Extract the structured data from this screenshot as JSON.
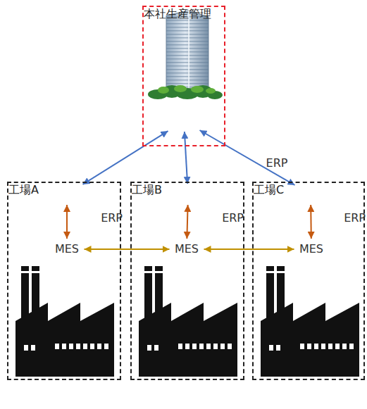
{
  "diagram": {
    "nodes": [
      {
        "text": [
          "本社生産管理"
        ]
      },
      {
        "text": [
          "ERP"
        ],
        "in": 0
      },
      {
        "text": [
          "工場A"
        ]
      },
      {
        "text": [
          "ERP"
        ],
        "in": 2
      },
      {
        "text": [
          "MES"
        ],
        "in": 2
      },
      {
        "text": [
          "工場B"
        ]
      },
      {
        "text": [
          "ERP"
        ],
        "in": 5
      },
      {
        "text": [
          "MES"
        ],
        "in": 5
      },
      {
        "text": [
          "工場C"
        ]
      },
      {
        "text": [
          "ERP"
        ],
        "in": 8
      },
      {
        "text": [
          "MES"
        ],
        "in": 8
      }
    ],
    "edges": [
      {
        "from": 1,
        "to": 3,
        "arrow": "both"
      },
      {
        "from": 1,
        "to": 6,
        "arrow": "both"
      },
      {
        "from": 1,
        "to": 9,
        "arrow": "both"
      },
      {
        "from": 3,
        "to": 4,
        "arrow": "both"
      },
      {
        "from": 6,
        "to": 7,
        "arrow": "both"
      },
      {
        "from": 9,
        "to": 10,
        "arrow": "both"
      },
      {
        "from": 4,
        "to": 7,
        "arrow": "both"
      },
      {
        "from": 7,
        "to": 10,
        "arrow": "both"
      }
    ]
  }
}
